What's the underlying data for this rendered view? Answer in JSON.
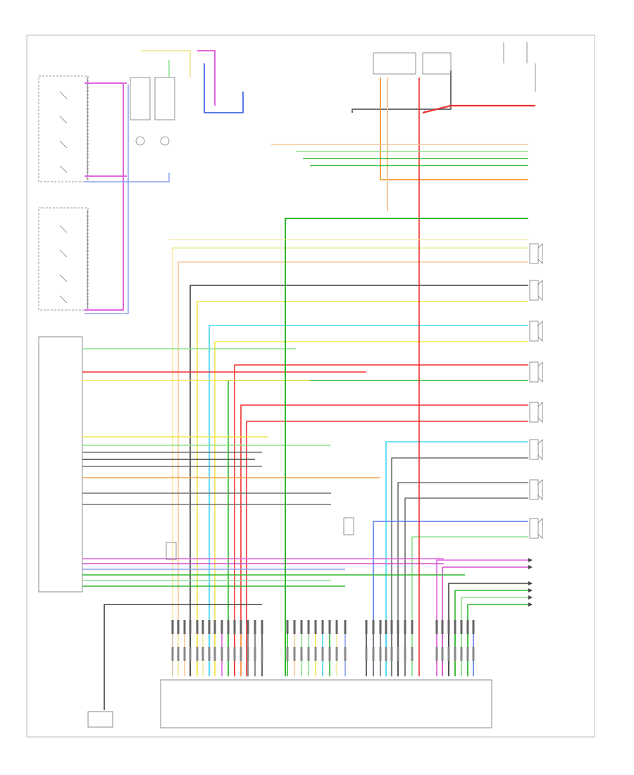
{
  "title_block": {
    "figure_id": "",
    "corner_label": ""
  },
  "components": {
    "left_tweeter_switch": "",
    "right_door_switch": "",
    "left_door_switch": "",
    "radio_module": "",
    "antenna_module": "",
    "connector_block": ""
  },
  "colors": {
    "frame": "#cfcfcf",
    "pink": "#e066e0",
    "magenta": "#d24fd2",
    "blue": "#5a78e8",
    "lightblue": "#8aa0f0",
    "green": "#2fb82f",
    "lightgreen": "#8ee08e",
    "yellow": "#f2e64a",
    "lightyellow": "#f4eaa0",
    "orange": "#f5a24a",
    "peach": "#f6c896",
    "red": "#f03030",
    "gray": "#707070",
    "darkgray": "#404040",
    "cyan": "#45d6f2",
    "tan": "#d8c8a8"
  },
  "speakers": [
    {
      "id": "lf-tweeter"
    },
    {
      "id": "lf-door"
    },
    {
      "id": "rf-door"
    },
    {
      "id": "rf-tweeter"
    },
    {
      "id": "rr-door"
    },
    {
      "id": "lr-door"
    },
    {
      "id": "rr-rear"
    },
    {
      "id": "subwoofer"
    }
  ],
  "right_ground_groups": [
    {
      "id": "ground-group-upper"
    },
    {
      "id": "ground-group-lower"
    }
  ]
}
